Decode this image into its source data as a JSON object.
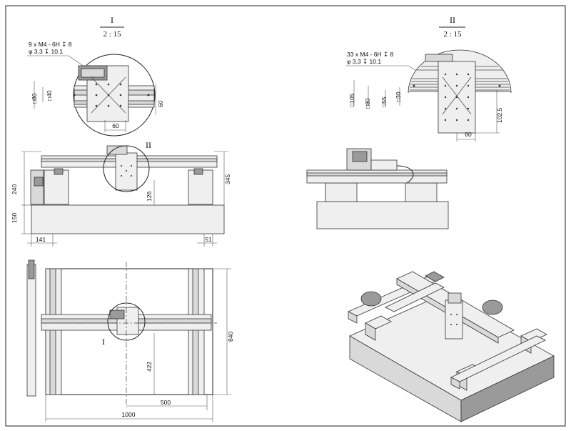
{
  "detail_I": {
    "label": "I",
    "scale": "2 : 15",
    "note_line1": "9 x  M4 - 6H ↧ 8",
    "note_line2": "φ 3,3 ↧ 10.1",
    "dim_sq80": "□80",
    "dim_sq40": "□40",
    "dim_60_v": "60",
    "dim_60_h": "60"
  },
  "detail_II": {
    "label": "II",
    "scale": "2 : 15",
    "note_line1": "33 x  M4 - 6H ↧ 8",
    "note_line2": "φ 3,3 ↧ 10.1",
    "dim_sq105": "□105",
    "dim_sq80": "□80",
    "dim_sq55": "□55",
    "dim_sq30": "□30",
    "dim_1025": "102.5",
    "dim_60": "60"
  },
  "front_view": {
    "callout": "II",
    "dim_240": "240",
    "dim_150": "150",
    "dim_345": "345",
    "dim_126": "126",
    "dim_141": "141",
    "dim_51": "51"
  },
  "top_view": {
    "callout": "I",
    "dim_840": "840",
    "dim_422": "422",
    "dim_500": "500",
    "dim_1000": "1000"
  }
}
